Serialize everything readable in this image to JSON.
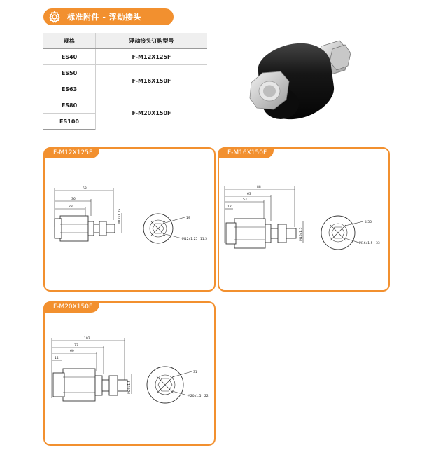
{
  "header": {
    "title": "标准附件 - 浮动接头",
    "icon": "gear-icon"
  },
  "table": {
    "headers": [
      "规格",
      "浮动接头订购型号"
    ],
    "rows": [
      {
        "spec": "ES40",
        "model": "F-M12X125F"
      },
      {
        "spec": "ES50",
        "model": "F-M16X150F"
      },
      {
        "spec": "ES63",
        "model": "F-M16X150F"
      },
      {
        "spec": "ES80",
        "model": "F-M20X150F"
      },
      {
        "spec": "ES100",
        "model": "F-M20X150F"
      }
    ]
  },
  "panels": [
    {
      "label": "F-M12X125F",
      "dims": {
        "total": "58",
        "mid": "36",
        "short": "28",
        "height": "M12x1.25",
        "hex": "19",
        "thread": "M12x1.25",
        "depth": "11.5"
      }
    },
    {
      "label": "F-M16X150F",
      "dims": {
        "total": "88",
        "mid": "63",
        "short": "53",
        "small": "12",
        "height": "M16x1.5",
        "hex": "4.55",
        "thread": "M16x1.5",
        "depth": "33"
      }
    },
    {
      "label": "F-M20X150F",
      "dims": {
        "total": "102",
        "mid": "73",
        "short": "60",
        "small": "14",
        "height": "M20x1.5",
        "hex": "31",
        "thread": "M20x1.5",
        "depth": "22"
      }
    }
  ],
  "colors": {
    "accent": "#f2902f",
    "body": "#1e1e1e",
    "metal": "#d9d9d9"
  }
}
